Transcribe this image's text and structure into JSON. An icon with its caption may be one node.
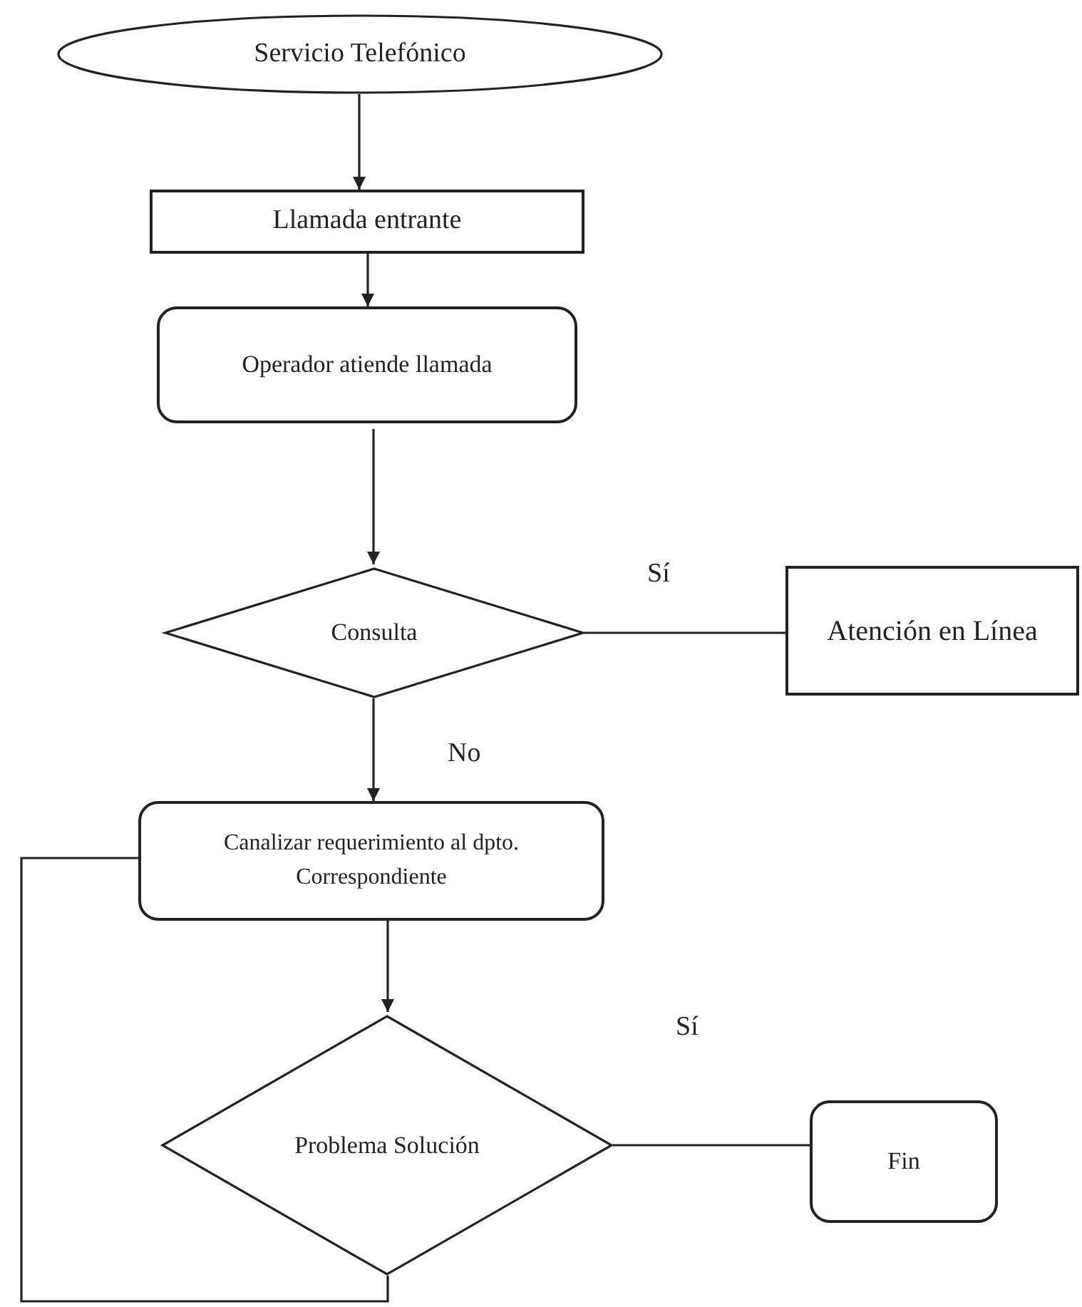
{
  "diagram": {
    "nodes": [
      {
        "text": [
          "Servicio Telefónico"
        ]
      },
      {
        "text": [
          "Llamada entrante"
        ]
      },
      {
        "text": [
          "Operador atiende llamada"
        ]
      },
      {
        "text": [
          "Consulta"
        ]
      },
      {
        "text": [
          "Atención en Línea"
        ]
      },
      {
        "text": [
          "Canalizar requerimiento al dpto. Correspondiente"
        ]
      },
      {
        "text": [
          "Problema Solución"
        ]
      },
      {
        "text": [
          "Fin"
        ]
      }
    ],
    "edges": [
      {
        "from": 0,
        "to": 1,
        "arrow": "to"
      },
      {
        "from": 1,
        "to": 2,
        "arrow": "to"
      },
      {
        "from": 2,
        "to": 3,
        "arrow": "to"
      },
      {
        "from": 3,
        "to": 4,
        "arrow": "none",
        "label": "Sí"
      },
      {
        "from": 3,
        "to": 5,
        "arrow": "to",
        "label": "No"
      },
      {
        "from": 5,
        "to": 6,
        "arrow": "to"
      },
      {
        "from": 6,
        "to": 7,
        "arrow": "none",
        "label": "Sí"
      },
      {
        "from": 6,
        "to": 5,
        "arrow": "none"
      }
    ]
  }
}
